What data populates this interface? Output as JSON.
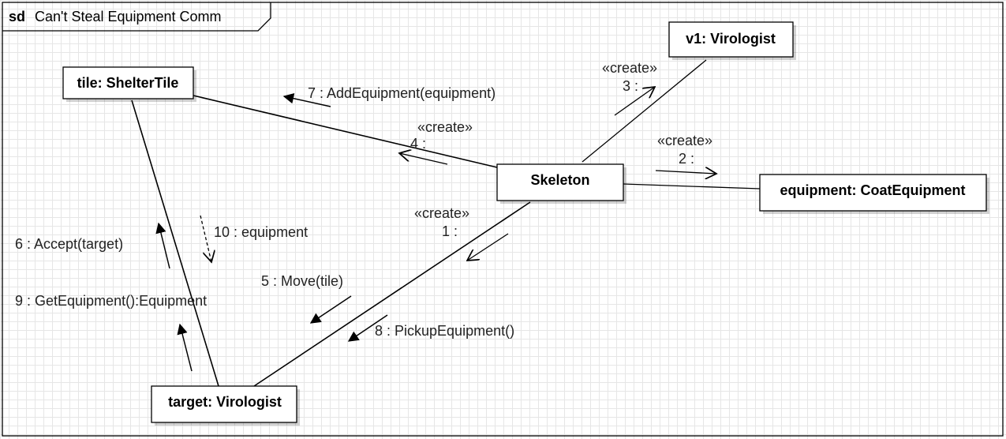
{
  "frame": {
    "keyword": "sd",
    "name": "Can't Steal Equipment Comm"
  },
  "objects": {
    "tile": "tile: ShelterTile",
    "v1": "v1: Virologist",
    "skeleton": "Skeleton",
    "equipment": "equipment: CoatEquipment",
    "target": "target: Virologist"
  },
  "messages": {
    "m1": {
      "stereotype": "«create»",
      "label": "1 :"
    },
    "m2": {
      "stereotype": "«create»",
      "label": "2 :"
    },
    "m3": {
      "stereotype": "«create»",
      "label": "3 :"
    },
    "m4": {
      "stereotype": "«create»",
      "label": "4 :"
    },
    "m5": {
      "label": "5 : Move(tile)"
    },
    "m6": {
      "label": "6 : Accept(target)"
    },
    "m7": {
      "label": "7 : AddEquipment(equipment)"
    },
    "m8": {
      "label": "8 : PickupEquipment()"
    },
    "m9": {
      "label": "9 : GetEquipment():Equipment"
    },
    "m10": {
      "label": "10 : equipment"
    }
  }
}
